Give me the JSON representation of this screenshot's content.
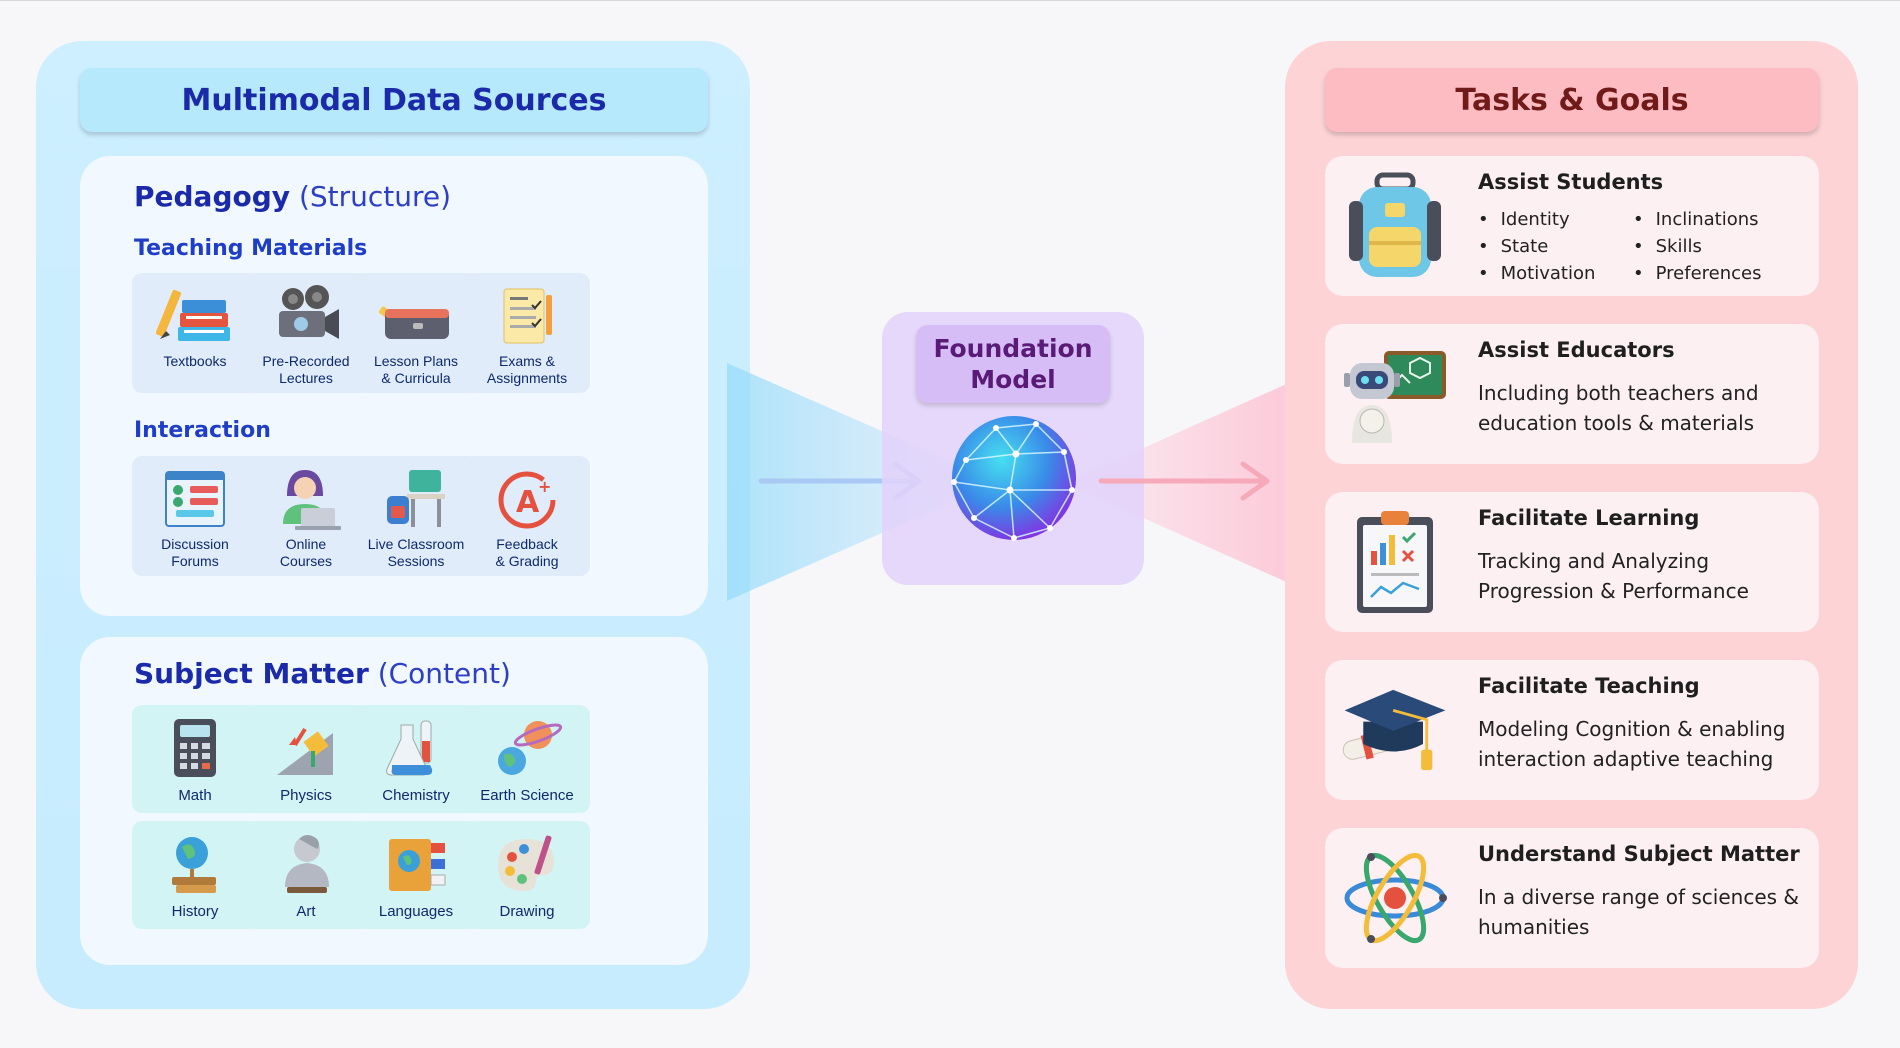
{
  "left": {
    "header": "Multimodal Data Sources",
    "pedagogy": {
      "title": "Pedagogy",
      "paren": "(Structure)",
      "teaching_title": "Teaching Materials",
      "teaching": [
        "Textbooks",
        "Pre-Recorded\nLectures",
        "Lesson Plans\n& Curricula",
        "Exams &\nAssignments"
      ],
      "interaction_title": "Interaction",
      "interaction": [
        "Discussion\nForums",
        "Online\nCourses",
        "Live Classroom\nSessions",
        "Feedback\n& Grading"
      ]
    },
    "subject": {
      "title": "Subject Matter",
      "paren": "(Content)",
      "items": [
        "Math",
        "Physics",
        "Chemistry",
        "Earth Science",
        "History",
        "Art",
        "Languages",
        "Drawing"
      ]
    }
  },
  "center": {
    "label": "Foundation\nModel",
    "arrow_color_left": "#a9c8f4",
    "arrow_color_right": "#f6a9b8"
  },
  "right": {
    "header": "Tasks & Goals",
    "tasks": [
      {
        "title": "Assist Students",
        "icon": "backpack-icon",
        "bullets_left": [
          "Identity",
          "State",
          "Motivation"
        ],
        "bullets_right": [
          "Inclinations",
          "Skills",
          "Preferences"
        ]
      },
      {
        "title": "Assist Educators",
        "icon": "robot-teacher-icon",
        "desc": "Including both teachers and education tools & materials"
      },
      {
        "title": "Facilitate Learning",
        "icon": "clipboard-chart-icon",
        "desc": "Tracking and Analyzing Progression & Performance"
      },
      {
        "title": "Facilitate Teaching",
        "icon": "graduation-cap-icon",
        "desc": "Modeling Cognition & enabling interaction adaptive teaching"
      },
      {
        "title": "Understand Subject Matter",
        "icon": "atom-icon",
        "desc": "In a diverse range of sciences & humanities"
      }
    ]
  },
  "colors": {
    "left_bg": "#c6ecfd",
    "right_bg": "#fdd3d6",
    "center_bg": "#e2d2fa",
    "title_blue": "#1a2aa8",
    "title_red": "#701a1a"
  }
}
